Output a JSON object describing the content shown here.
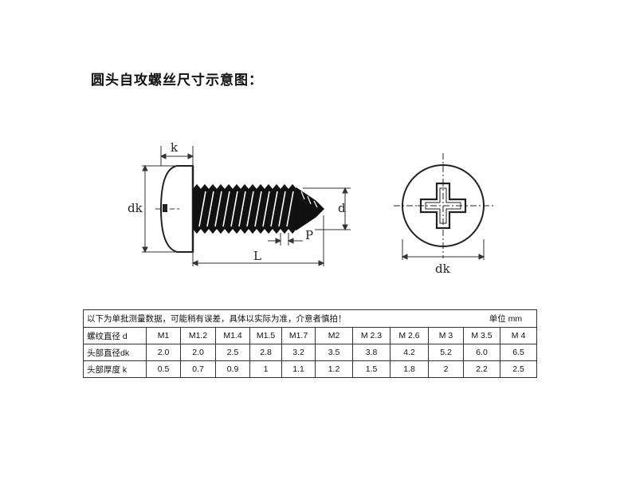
{
  "title": "圆头自攻螺丝尺寸示意图：",
  "labels": {
    "k": "k",
    "dk_side": "dk",
    "d": "d",
    "p": "P",
    "l": "L",
    "dk_top": "dk"
  },
  "table": {
    "note": "以下为单批测量数据，可能稍有误差，具体以实际为准，介意者慎拍！",
    "unit": "单位 mm",
    "rows": [
      {
        "label": "螺纹直径 d",
        "values": [
          "M1",
          "M1.2",
          "M1.4",
          "M1.5",
          "M1.7",
          "M2",
          "M 2.3",
          "M 2.6",
          "M 3",
          "M 3.5",
          "M 4"
        ]
      },
      {
        "label": "头部直径dk",
        "values": [
          "2.0",
          "2.0",
          "2.5",
          "2.8",
          "3.2",
          "3.5",
          "3.8",
          "4.2",
          "5.2",
          "6.0",
          "6.5"
        ]
      },
      {
        "label": "头部厚度 k",
        "values": [
          "0.5",
          "0.7",
          "0.9",
          "1",
          "1.1",
          "1.2",
          "1.5",
          "1.8",
          "2",
          "2.2",
          "2.5"
        ]
      }
    ]
  }
}
